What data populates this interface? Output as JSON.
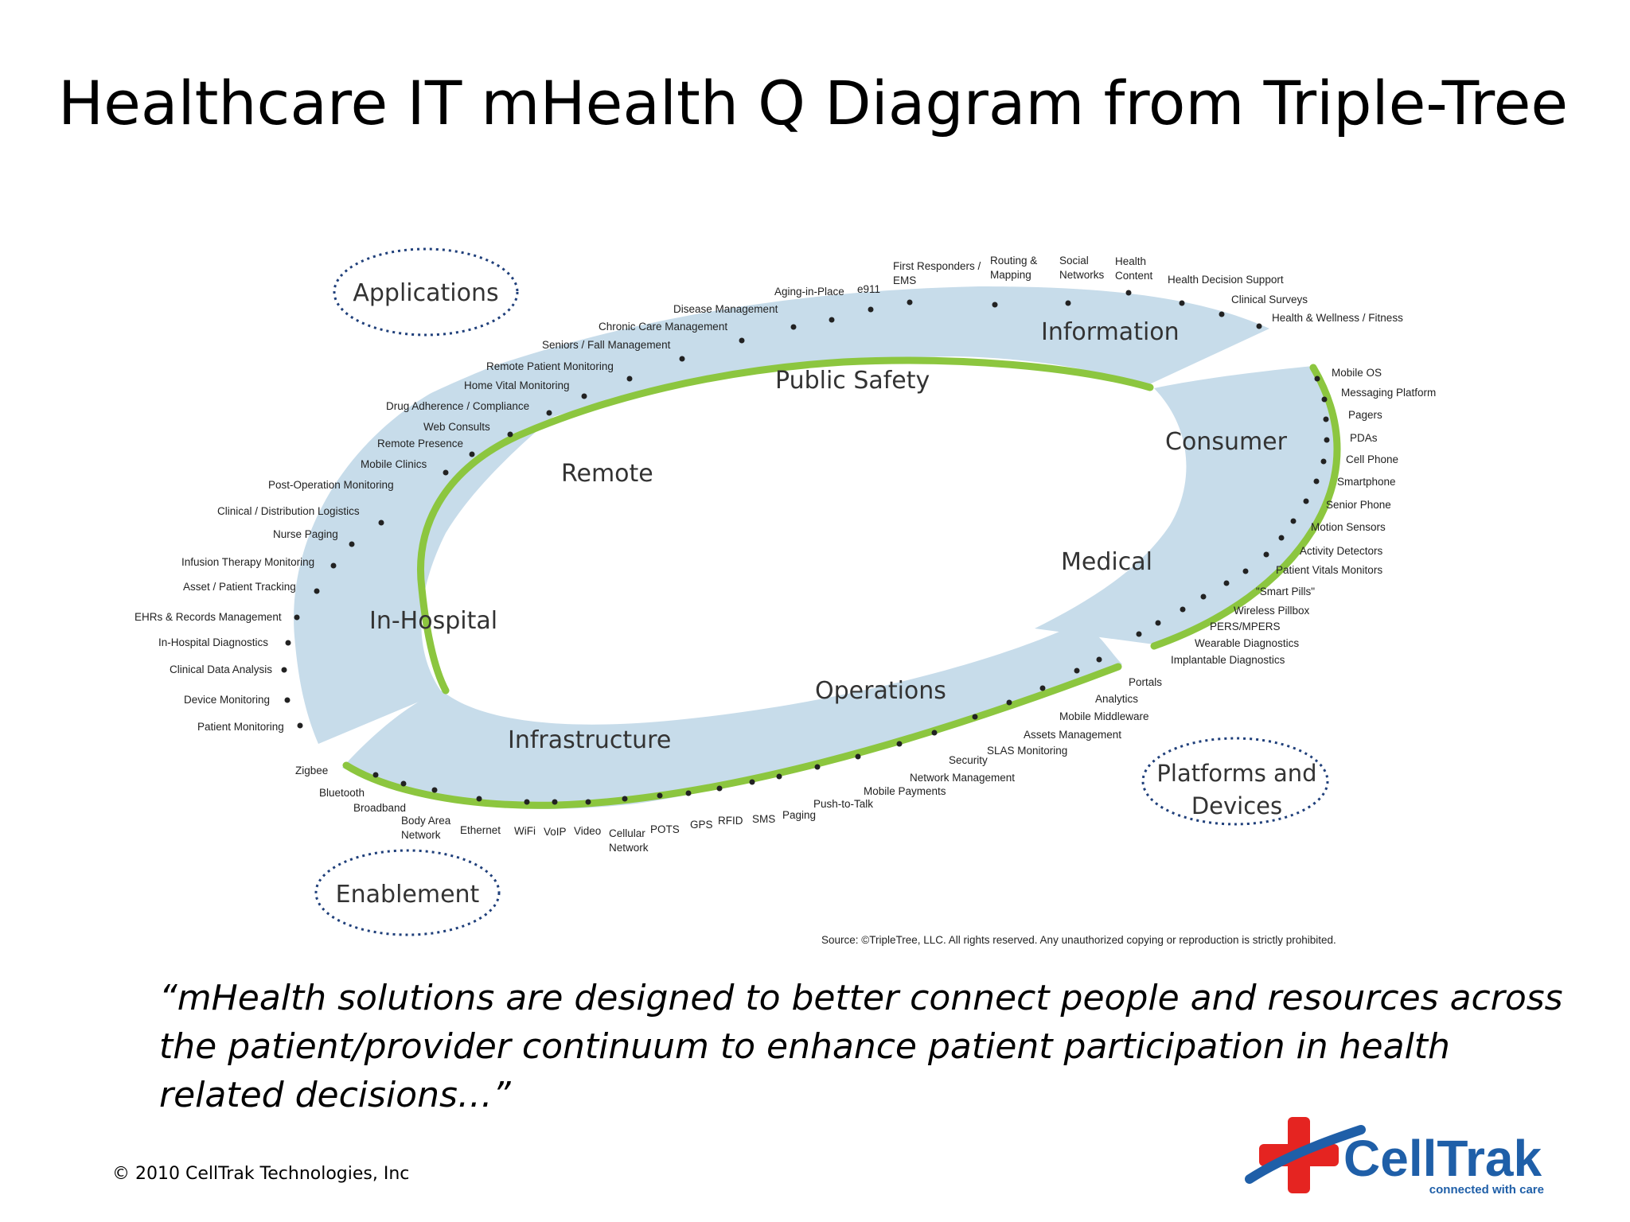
{
  "title": "Healthcare IT mHealth Q Diagram from Triple-Tree",
  "categories": {
    "applications": "Applications",
    "enablement": "Enablement",
    "platforms": [
      "Platforms and",
      "Devices"
    ]
  },
  "segments": {
    "information": "Information",
    "public_safety": "Public Safety",
    "remote": "Remote",
    "in_hospital": "In-Hospital",
    "consumer": "Consumer",
    "medical": "Medical",
    "operations": "Operations",
    "infrastructure": "Infrastructure"
  },
  "items": {
    "first_responders": [
      "First Responders /",
      "EMS"
    ],
    "routing": [
      "Routing &",
      "Mapping"
    ],
    "social": [
      "Social",
      "Networks"
    ],
    "health_content": [
      "Health",
      "Content"
    ],
    "health_decision_support": "Health Decision Support",
    "clinical_surveys": "Clinical Surveys",
    "health_wellness": "Health & Wellness / Fitness",
    "e911": "e911",
    "aging_in_place": "Aging-in-Place",
    "disease_management": "Disease Management",
    "chronic_care": "Chronic Care Management",
    "seniors_fall": "Seniors / Fall Management",
    "remote_patient_monitoring": "Remote Patient Monitoring",
    "home_vital": "Home Vital Monitoring",
    "drug_adherence": "Drug Adherence / Compliance",
    "web_consults": "Web Consults",
    "remote_presence": "Remote Presence",
    "mobile_clinics": "Mobile Clinics",
    "post_operation": "Post-Operation Monitoring",
    "clinical_distribution": "Clinical / Distribution Logistics",
    "nurse_paging": "Nurse Paging",
    "infusion_therapy": "Infusion Therapy Monitoring",
    "asset_patient": "Asset / Patient Tracking",
    "ehrs": "EHRs & Records Management",
    "in_hospital_diag": "In-Hospital Diagnostics",
    "clinical_data": "Clinical Data Analysis",
    "device_monitoring": "Device Monitoring",
    "patient_monitoring": "Patient Monitoring",
    "mobile_os": "Mobile OS",
    "messaging_platform": "Messaging Platform",
    "pagers": "Pagers",
    "pdas": "PDAs",
    "cell_phone": "Cell Phone",
    "smartphone": "Smartphone",
    "senior_phone": "Senior Phone",
    "motion_sensors": "Motion Sensors",
    "activity_detectors": "Activity Detectors",
    "patient_vitals": "Patient Vitals Monitors",
    "smart_pills": "\"Smart Pills\"",
    "wireless_pillbox": "Wireless Pillbox",
    "pers": "PERS/MPERS",
    "wearable_diag": "Wearable Diagnostics",
    "implantable_diag": "Implantable Diagnostics",
    "portals": "Portals",
    "analytics": "Analytics",
    "mobile_middleware": "Mobile Middleware",
    "assets_management": "Assets Management",
    "slas_monitoring": "SLAS Monitoring",
    "security": "Security",
    "network_management": "Network Management",
    "mobile_payments": "Mobile Payments",
    "push_to_talk": "Push-to-Talk",
    "paging": "Paging",
    "sms": "SMS",
    "rfid": "RFID",
    "gps": "GPS",
    "pots": "POTS",
    "cellular": [
      "Cellular",
      "Network"
    ],
    "video": "Video",
    "voip": "VoIP",
    "wifi": "WiFi",
    "ethernet": "Ethernet",
    "body_area": [
      "Body Area",
      "Network"
    ],
    "broadband": "Broadband",
    "bluetooth": "Bluetooth",
    "zigbee": "Zigbee"
  },
  "source": "Source: ©TripleTree, LLC.  All rights reserved.  Any unauthorized copying or reproduction is strictly prohibited.",
  "quote": [
    "“mHealth solutions are designed to better connect people and resources across",
    "the patient/provider continuum to enhance patient participation in health",
    "related decisions…”"
  ],
  "copyright": "© 2010 CellTrak Technologies, Inc",
  "logo": {
    "name": "CellTrak",
    "tagline": "connected with care"
  },
  "colors": {
    "ring_fill": "#c7dcea",
    "green_band": "#8cc63f",
    "dotted_border": "#1f3f7a",
    "logo_blue": "#1f5fa8",
    "logo_red": "#e52421"
  }
}
